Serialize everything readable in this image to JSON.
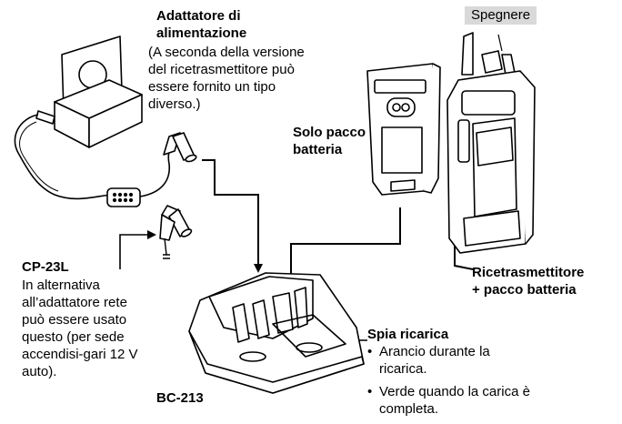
{
  "labels": {
    "adapter_title": "Adattatore di\nalimentazione",
    "adapter_note": "(A seconda della versione\ndel ricetrasmettitore può\nessere fornito un tipo\ndiverso.)",
    "battery_only": "Solo pacco\nbatteria",
    "power_off": "Spegnere",
    "radio_battery": "Ricetrasmettitore\n+ pacco batteria",
    "cp_title": "CP-23L",
    "cp_desc": "In alternativa\nall’adattatore rete\npuò essere usato\nquesto (per sede\naccendisi-gari 12 V\nauto).",
    "charger_model": "BC-213",
    "charge_lamp_title": "Spia ricarica",
    "charge_lamp_items": [
      "Arancio durante la\nricarica.",
      "Verde quando la carica è\ncompleta."
    ],
    "bullet": "•"
  },
  "colors": {
    "line": "#000000",
    "label_bg": "#d9d9d9",
    "device_fill": "#ffffff"
  }
}
